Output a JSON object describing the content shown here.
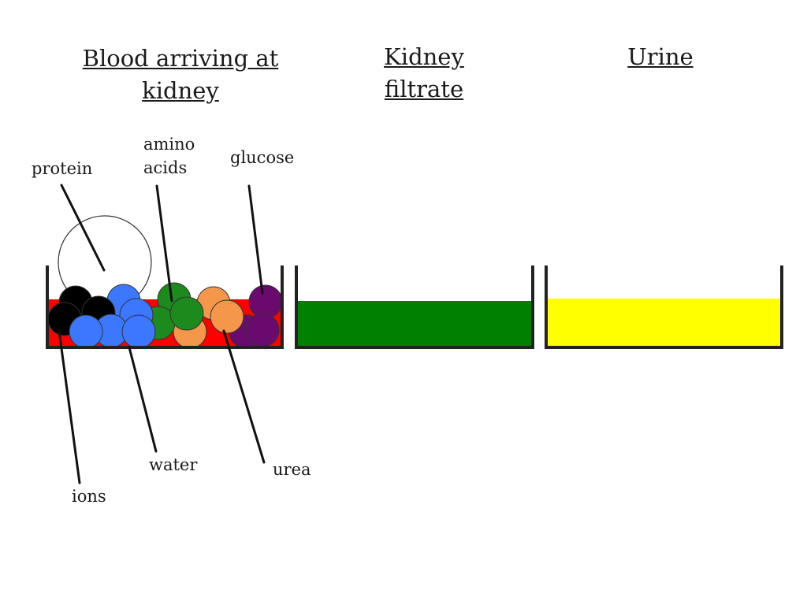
{
  "headings": {
    "blood": "Blood arriving at kidney",
    "filtrate": "Kidney filtrate",
    "urine": "Urine"
  },
  "labels": {
    "protein": "protein",
    "amino_acids": "amino acids",
    "glucose": "glucose",
    "water": "water",
    "urea": "urea",
    "ions": "ions"
  },
  "colors": {
    "blood": "#ff0000",
    "filtrate": "#008000",
    "urine": "#ffff00",
    "ion_particle": "#000000",
    "water_particle": "#3b78ff",
    "amino_particle": "#1d8a1d",
    "urea_particle": "#f4974a",
    "glucose_particle": "#6a0a6e",
    "protein_particle": "#ffffff",
    "container": "#222222"
  }
}
